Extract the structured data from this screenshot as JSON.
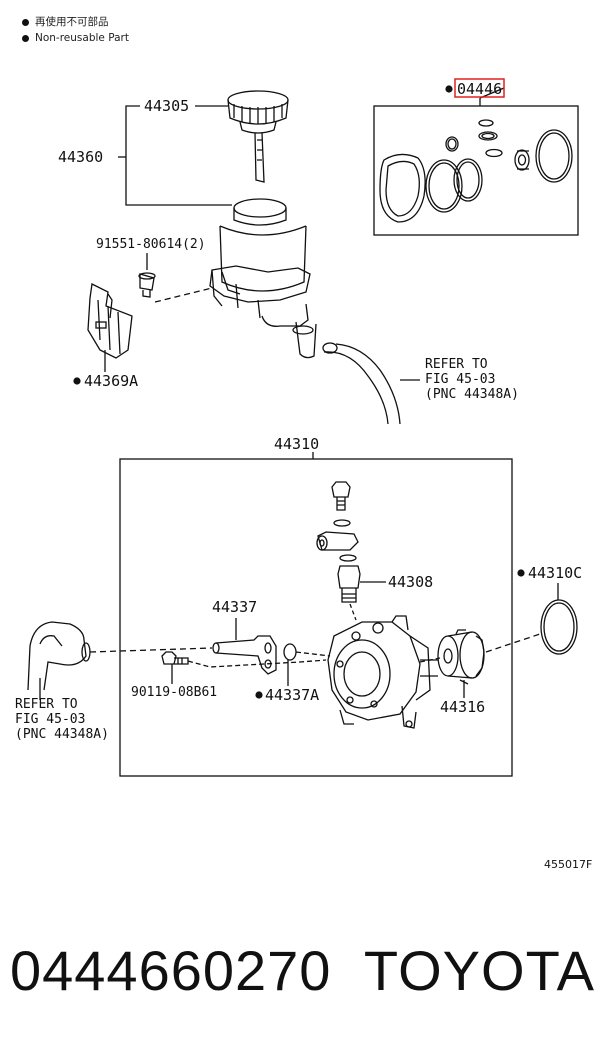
{
  "legend": {
    "line1": "再使用不可部品",
    "line2": "Non-reusable Part"
  },
  "labels": {
    "p44305": "44305",
    "p44360": "44360",
    "p04446": "04446",
    "p91551": "91551-80614(2)",
    "p44369A": "44369A",
    "refer_top_1": "REFER TO",
    "refer_top_2": "FIG 45-03",
    "refer_top_3": "(PNC 44348A)",
    "p44310": "44310",
    "p44310C": "44310C",
    "p44308": "44308",
    "p44337": "44337",
    "p90119": "90119-08B61",
    "p44337A": "44337A",
    "p44316": "44316",
    "refer_bot_1": "REFER TO",
    "refer_bot_2": "FIG 45-03",
    "refer_bot_3": "(PNC 44348A)"
  },
  "figure_id": "455017F",
  "footer": {
    "part_number": "0444660270",
    "brand": "TOYOTA"
  },
  "colors": {
    "highlight": "#e0201c",
    "ink": "#111111"
  }
}
